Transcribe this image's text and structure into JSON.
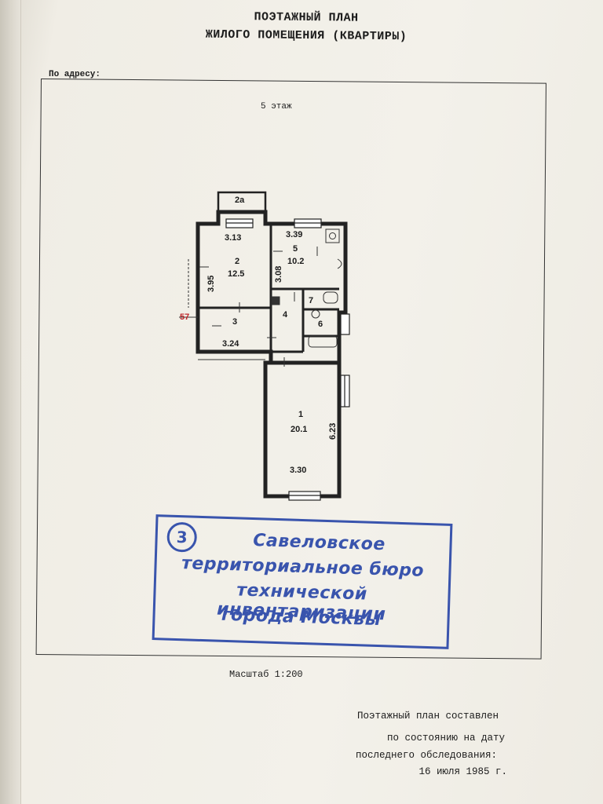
{
  "document": {
    "title_line1": "ПОЭТАЖНЫЙ ПЛАН",
    "title_line2": "ЖИЛОГО ПОМЕЩЕНИЯ (КВАРТИРЫ)",
    "address_label": "По адресу:",
    "floor_label": "5 этаж",
    "scale_label": "Масштаб 1:200",
    "note_line1": "Поэтажный план составлен",
    "note_line2": "по состоянию на дату",
    "note_line3": "последнего обследования:",
    "note_line4": "16 июля 1985 г."
  },
  "plan": {
    "balcony_label": "2а",
    "section_mark": "57",
    "rooms": [
      {
        "number": "1",
        "area": "20.1"
      },
      {
        "number": "2",
        "area": "12.5"
      },
      {
        "number": "3"
      },
      {
        "number": "4"
      },
      {
        "number": "5",
        "area": "10.2"
      },
      {
        "number": "6"
      },
      {
        "number": "7"
      }
    ],
    "dimensions": {
      "room2_width": "3.13",
      "room2_height": "3.95",
      "room5_width": "3.39",
      "room5_height": "3.08",
      "room3_width": "3.24",
      "room1_height": "6.23",
      "room1_width": "3.30"
    }
  },
  "stamp": {
    "circle_number": "3",
    "line1": "Савеловское",
    "line2": "территориальное бюро",
    "line3": "технической инвентаризации",
    "line4": "города Москвы"
  },
  "colors": {
    "stamp_ink": "#2a47a8",
    "section_mark": "#c0282c"
  }
}
